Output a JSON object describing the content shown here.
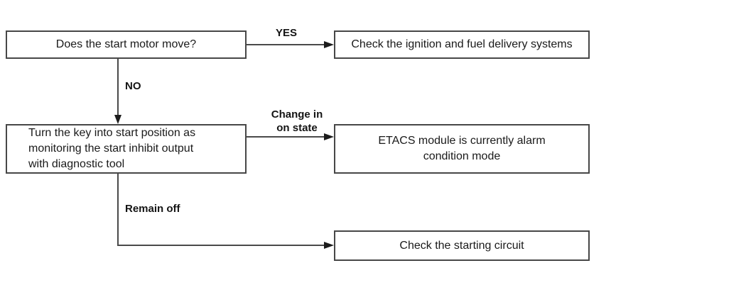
{
  "flowchart": {
    "boxes": {
      "start_motor": {
        "text": "Does the start motor move?"
      },
      "check_ignition": {
        "text": "Check the ignition and fuel delivery systems"
      },
      "turn_key": {
        "lines": [
          "Turn the key into start position as",
          "monitoring the start inhibit output",
          "with diagnostic tool"
        ]
      },
      "etacs": {
        "lines": [
          "ETACS module is currently alarm",
          "condition mode"
        ]
      },
      "check_starting": {
        "text": "Check the starting circuit"
      }
    },
    "edge_labels": {
      "yes": "YES",
      "no": "NO",
      "change": [
        "Change in",
        "on state"
      ],
      "remain_off": "Remain off"
    }
  },
  "colors": {
    "background": "#ffffff",
    "box_border": "#474747",
    "connector_line": "#4a4a4a",
    "arrowhead": "#1c1c1c",
    "text": "#1a1a1a"
  }
}
